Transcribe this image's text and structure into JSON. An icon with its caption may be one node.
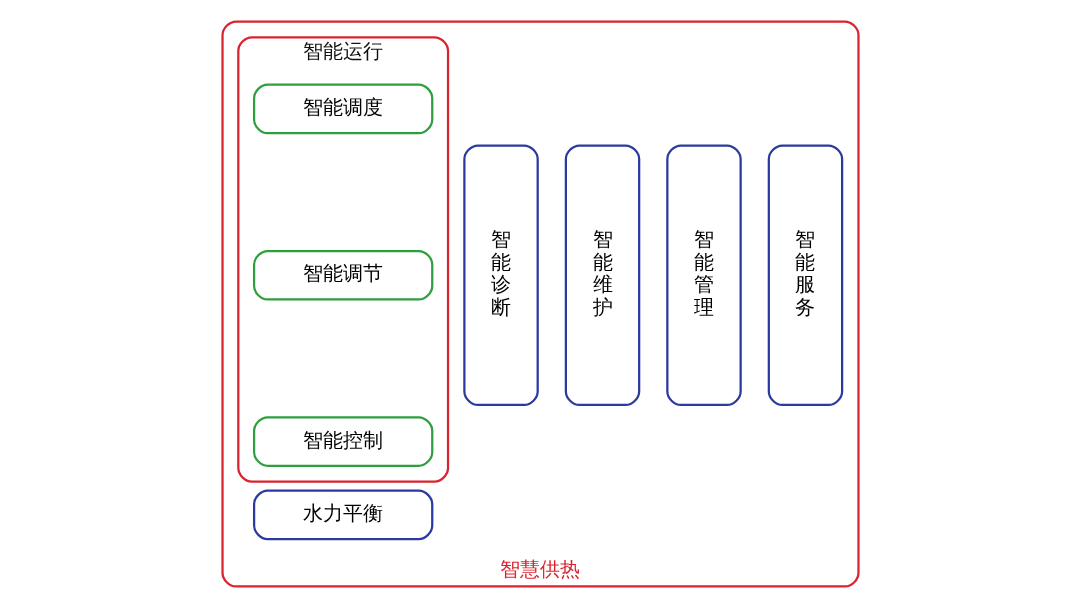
{
  "diagram": {
    "nodes": [
      {
        "text": [
          "智慧供热"
        ]
      },
      {
        "text": [
          "智能运行"
        ],
        "in": 0
      },
      {
        "text": [
          "智能调度"
        ],
        "in": 1
      },
      {
        "text": [
          "智能调节"
        ],
        "in": 1
      },
      {
        "text": [
          "智能控制"
        ],
        "in": 1
      },
      {
        "text": [
          "水力平衡"
        ],
        "in": 0
      },
      {
        "text": [
          "智能诊断"
        ],
        "in": 0
      },
      {
        "text": [
          "智能维护"
        ],
        "in": 0
      },
      {
        "text": [
          "智能管理"
        ],
        "in": 0
      },
      {
        "text": [
          "智能服务"
        ],
        "in": 0
      }
    ],
    "edges": []
  }
}
